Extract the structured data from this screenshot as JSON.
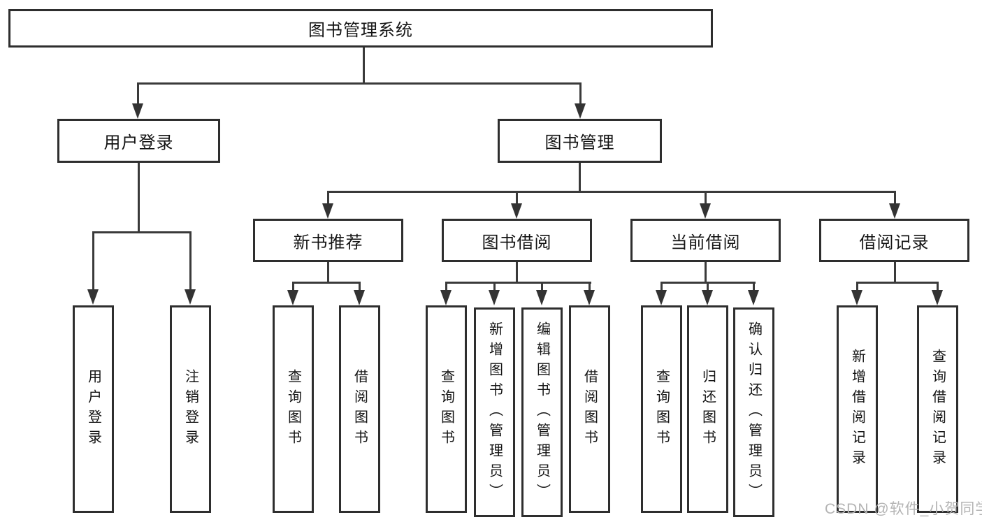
{
  "diagram_title": "图书管理系统",
  "nodes": {
    "root": {
      "label": "图书管理系统"
    },
    "user_login": {
      "label": "用户登录"
    },
    "book_mgmt": {
      "label": "图书管理"
    },
    "new_book": {
      "label": "新书推荐"
    },
    "book_borrow": {
      "label": "图书借阅"
    },
    "current_borrow": {
      "label": "当前借阅"
    },
    "borrow_records": {
      "label": "借阅记录"
    }
  },
  "leaves": {
    "user_login": {
      "label": "用户登录"
    },
    "logout": {
      "label": "注销登录"
    },
    "nb_query": {
      "label": "查询图书"
    },
    "nb_borrow": {
      "label": "借阅图书"
    },
    "bb_query": {
      "label": "查询图书"
    },
    "bb_add": {
      "label": "新增图书（管理员）"
    },
    "bb_edit": {
      "label": "编辑图书（管理员）"
    },
    "bb_borrow": {
      "label": "借阅图书"
    },
    "cb_query": {
      "label": "查询图书"
    },
    "cb_return": {
      "label": "归还图书"
    },
    "cb_confirm": {
      "label": "确认归还（管理员）"
    },
    "br_add": {
      "label": "新增借阅记录"
    },
    "br_query": {
      "label": "查询借阅记录"
    }
  },
  "watermark": {
    "text": "CSDN @软件_小贺同学"
  },
  "colors": {
    "line": "#3a3a3a",
    "box_border": "#2e2e2e",
    "text": "#141414",
    "watermark": "#b4b4b4",
    "background": "#ffffff"
  }
}
